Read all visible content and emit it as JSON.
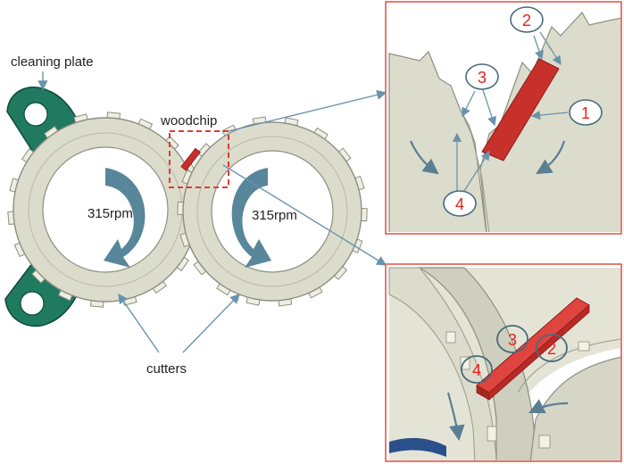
{
  "labels": {
    "cleaning_plate": "cleaning plate",
    "woodchip": "woodchip",
    "cutters": "cutters",
    "left_speed": "315rpm",
    "right_speed": "315rpm"
  },
  "callouts": {
    "top": [
      "1",
      "2",
      "3",
      "4"
    ],
    "bottom": [
      "2",
      "3",
      "4"
    ]
  },
  "colors": {
    "cutter_fill": "#dcdccc",
    "cutter_stroke": "#8e8e80",
    "plate_green": "#1f7a60",
    "chip_red": "#c8302c",
    "arrow_blue": "#4f7f95",
    "leader_blue": "#6b93ab",
    "frame_red": "#e05a52",
    "callout_ring": "#4a6a7a",
    "callout_text": "#e8201c"
  },
  "icons": [
    "rotation-arrow-icon",
    "zoom-leader-icon"
  ]
}
